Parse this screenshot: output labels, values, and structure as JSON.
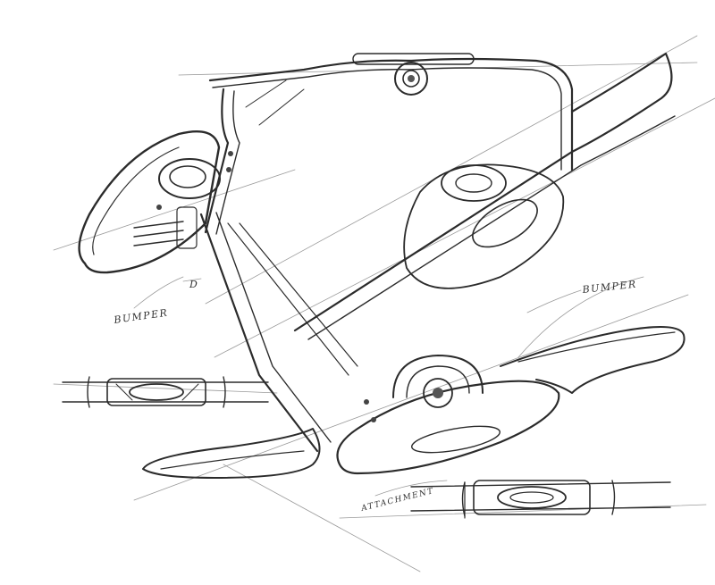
{
  "sketch": {
    "labels": {
      "bumper_left": "BUMPER",
      "bumper_right": "BUMPER",
      "attachment": "ATTACHMENT",
      "marker_d": "D"
    },
    "colors": {
      "ink": "#2b2b2b",
      "construction_line": "#9a9a9a",
      "paper": "#ffffff",
      "shade": "#c8c8c8"
    }
  }
}
